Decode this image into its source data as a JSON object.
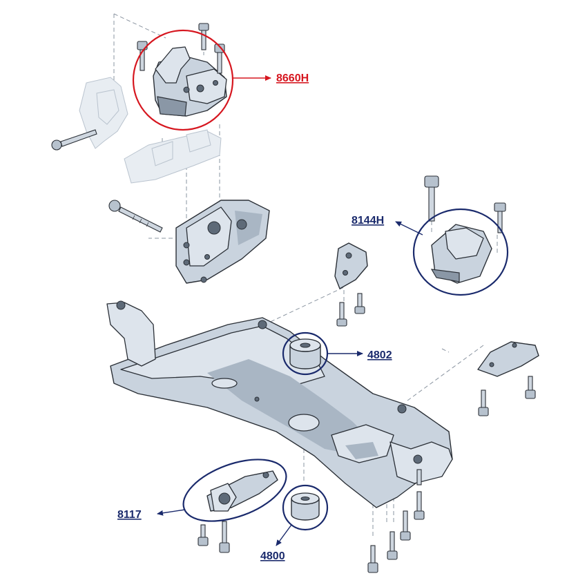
{
  "colors": {
    "highlight": "#d6161f",
    "callout": "#1a2a6c"
  },
  "callouts": [
    {
      "id": "8660H",
      "label": "8660H",
      "color": "#d6161f"
    },
    {
      "id": "8144H",
      "label": "8144H",
      "color": "#1a2a6c"
    },
    {
      "id": "4802",
      "label": "4802",
      "color": "#1a2a6c"
    },
    {
      "id": "8117",
      "label": "8117",
      "color": "#1a2a6c"
    },
    {
      "id": "4800",
      "label": "4800",
      "color": "#1a2a6c"
    }
  ]
}
